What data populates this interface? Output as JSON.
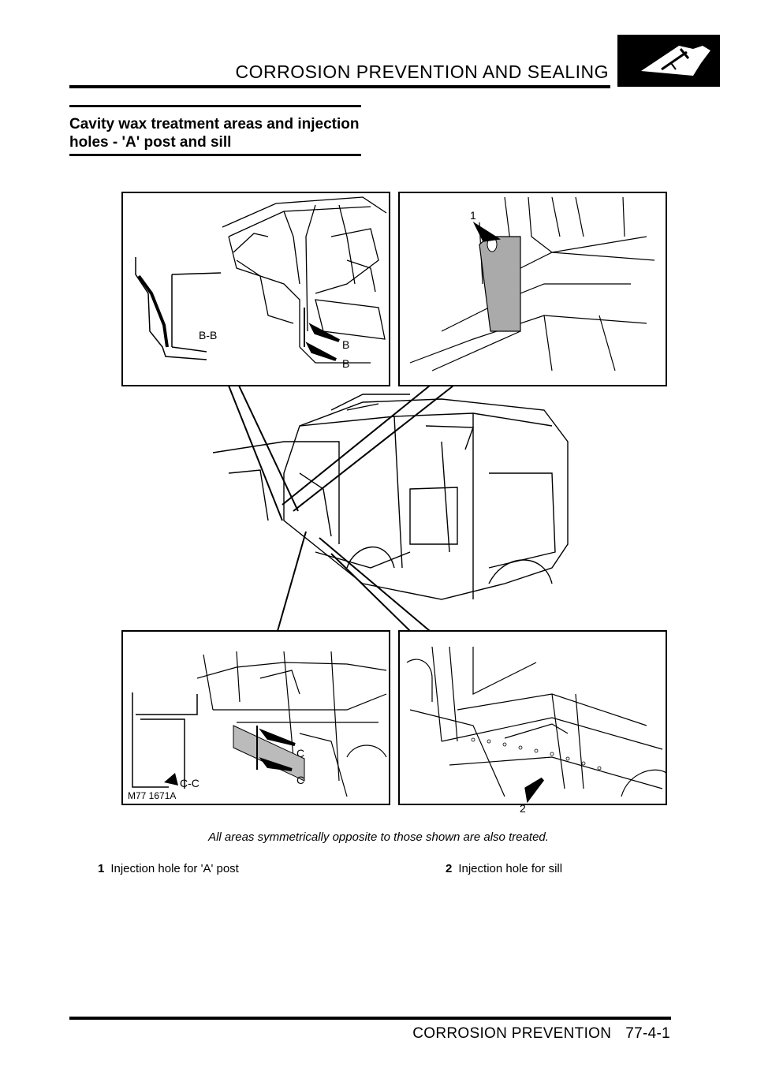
{
  "header": {
    "title": "CORROSION PREVENTION AND SEALING"
  },
  "section": {
    "title": "Cavity wax treatment areas and injection holes - 'A' post and sill"
  },
  "figure": {
    "labels": {
      "bb_section": "B-B",
      "b_upper": "B",
      "b_lower": "B",
      "one": "1",
      "cc_section": "C-C",
      "c_upper": "C",
      "c_lower": "C",
      "two": "2",
      "fig_ref": "M77 1671A"
    },
    "caption": "All areas symmetrically opposite to those shown are also treated."
  },
  "legend": [
    {
      "num": "1",
      "text": "Injection hole for 'A' post"
    },
    {
      "num": "2",
      "text": "Injection hole for sill"
    }
  ],
  "footer": {
    "section": "CORROSION PREVENTION",
    "page": "77-4-1"
  }
}
